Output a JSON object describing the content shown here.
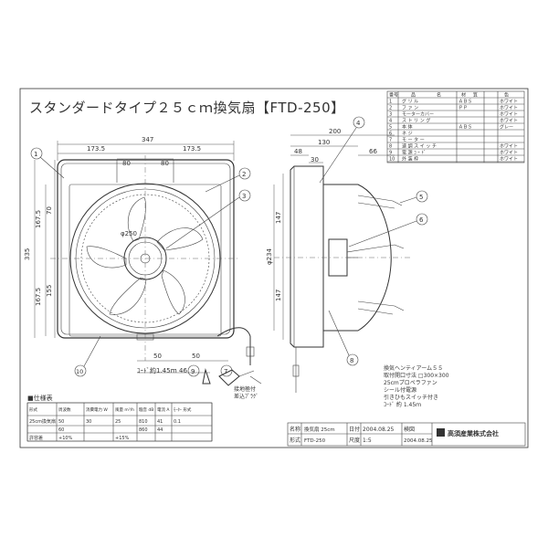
{
  "drawing": {
    "title": "スタンダードタイプ２５ｃｍ換気扇【FTD-250】",
    "front_dims": {
      "overall_width": "347",
      "half_left": "173.5",
      "half_right": "173.5",
      "inner_left": "80",
      "inner_right": "80",
      "height_total": "335",
      "upper_a": "167.5",
      "upper_b": "70",
      "lower_a": "167.5",
      "lower_b": "155",
      "blade_dia": "φ250",
      "bottom_a": "50",
      "bottom_b": "50",
      "cord": "ｺｰﾄﾞ約1.45ｍ",
      "bottom_c": "46"
    },
    "side_dims": {
      "top": "200",
      "d130": "130",
      "d48": "48",
      "d66": "66",
      "d30": "30",
      "upper_h": "147",
      "lower_h": "147",
      "opening": "φ234"
    },
    "callouts": [
      "1",
      "2",
      "3",
      "4",
      "5",
      "6",
      "7",
      "8",
      "9",
      "10"
    ],
    "plug_label": "接地極付\n差込ﾌﾟﾗｸﾞ"
  },
  "parts_table": {
    "headers": [
      "番号",
      "品",
      "名",
      "材",
      "質",
      "色"
    ],
    "rows": [
      [
        "1",
        "グ リ ル",
        "ＡＢＳ",
        "ホワイト"
      ],
      [
        "2",
        "フ ァ ン",
        "ＰＰ",
        "ホワイト"
      ],
      [
        "3",
        "モーターカバー",
        "",
        "ホワイト"
      ],
      [
        "4",
        "ス ト リ ン グ",
        "",
        "ホワイト"
      ],
      [
        "5",
        "本 体",
        "ＡＢＳ",
        "グレー"
      ],
      [
        "6",
        "ネ ジ",
        "",
        ""
      ],
      [
        "7",
        "モ ー タ ー",
        "",
        ""
      ],
      [
        "8",
        "速 調 ス イ ッ チ",
        "",
        "ホワイト"
      ],
      [
        "9",
        "電 源 ｺ ｰ ﾄﾞ",
        "",
        "ホワイト"
      ],
      [
        "10",
        "外 装 枠",
        "",
        "ホワイト"
      ]
    ]
  },
  "spec_table": {
    "title": "■仕様表",
    "headers": [
      "形式",
      "周波数",
      "消費電力 W",
      "風量 m³/h",
      "騒音 dB",
      "電流 A",
      "ﾓｰﾀｰ 形式"
    ],
    "rows": [
      [
        "25cm換気扇",
        "50",
        "30",
        "25",
        "810",
        "41",
        "0.1"
      ],
      [
        "",
        "60",
        "",
        "",
        "860",
        "44",
        ""
      ],
      [
        "許容差",
        "+10%",
        "",
        "+15%",
        "",
        "",
        ""
      ]
    ]
  },
  "notes": [
    "換気ヘンティアーム５５",
    "取付開口寸法 □300×300",
    "25cmプロペラファン",
    "シール付電源",
    "引きひもスイッチ付き",
    "ｺｰﾄﾞ 約 1.45ｍ"
  ],
  "title_block": {
    "label_name": "名称",
    "name": "換気扇 25cm",
    "label_type": "形式",
    "type": "FTD-250",
    "date_label": "日付",
    "date": "2004.08.25",
    "scale_label": "尺度",
    "scale": "1:5",
    "drawing_no": "2004.08.25",
    "checker_label": "検図",
    "company": "高須産業株式会社"
  }
}
